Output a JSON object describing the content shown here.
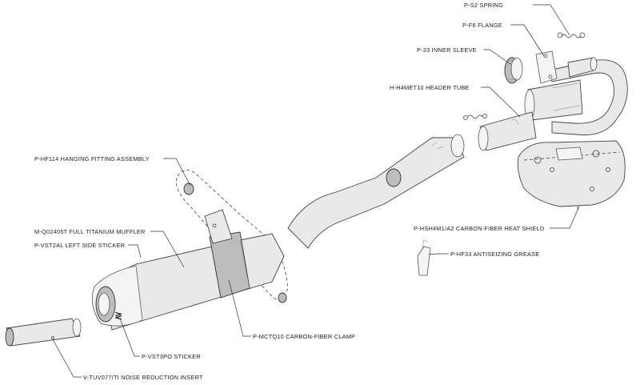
{
  "diagram": {
    "labels": [
      {
        "id": "spring",
        "text": "P-S2  SPRING"
      },
      {
        "id": "flange",
        "text": "P-F6  FLANGE"
      },
      {
        "id": "inner_sleeve",
        "text": "P-33  INNER SLEEVE"
      },
      {
        "id": "header_tube",
        "text": "H-H4MET10  HEADER TUBE"
      },
      {
        "id": "hanging_fitting",
        "text": "P-HF114  HANGING FITTING ASSEMBLY"
      },
      {
        "id": "muffler",
        "text": "M-Q02405T  FULL TITANIUM MUFFLER"
      },
      {
        "id": "left_sticker",
        "text": "P-VST2AL  LEFT SIDE STICKER"
      },
      {
        "id": "heat_shield",
        "text": "P-HSH4M1/A2  CARBON-FIBER HEAT SHIELD"
      },
      {
        "id": "grease",
        "text": "P-HF33 ANTISEIZING GREASE"
      },
      {
        "id": "clamp",
        "text": "P-MCTQ10  CARBON-FIBER CLAMP"
      },
      {
        "id": "sticker",
        "text": "P-VST3PO  STICKER"
      },
      {
        "id": "insert",
        "text": "V-TUV077/TI  NOISE REDUCTION INSERT"
      }
    ]
  }
}
